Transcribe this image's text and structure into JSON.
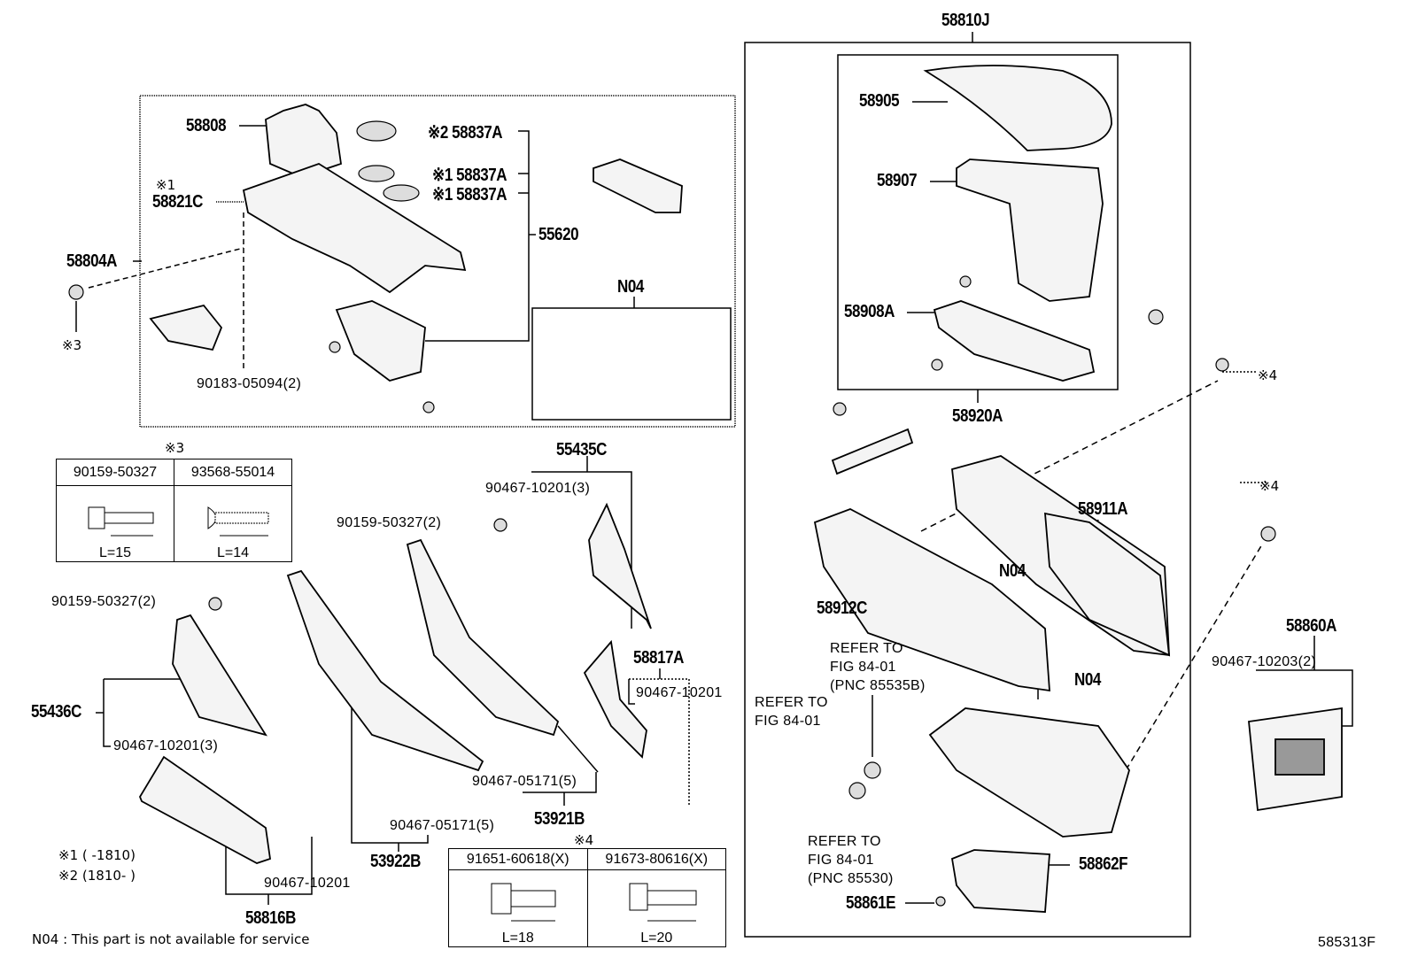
{
  "labels": {
    "p58810J": "58810J",
    "p58905": "58905",
    "p58907": "58907",
    "p58908A": "58908A",
    "p58920A": "58920A",
    "p58837A_2": "※2 58837A",
    "p58837A_1a": "※1 58837A",
    "p58837A_1b": "※1 58837A",
    "p55620": "55620",
    "p58808": "58808",
    "mark1": "※1",
    "p58821C": "58821C",
    "p58804A": "58804A",
    "mark3": "※3",
    "p90183": "90183-05094(2)",
    "n04_box": "N04",
    "p55435C": "55435C",
    "p90467_10201_3a": "90467-10201(3)",
    "p90159_2a": "90159-50327(2)",
    "p90159_2b": "90159-50327(2)",
    "p55436C": "55436C",
    "p90467_10201_3b": "90467-10201(3)",
    "p58817A": "58817A",
    "p90467_10201a": "90467-10201",
    "p90467_05171a": "90467-05171(5)",
    "p53921B": "53921B",
    "p90467_05171b": "90467-05171(5)",
    "p53922B": "53922B",
    "p58816B": "58816B",
    "p90467_10201b": "90467-10201",
    "p58911A": "58911A",
    "n04_a": "N04",
    "n04_b": "N04",
    "p58912C": "58912C",
    "refer1": [
      "REFER TO",
      "FIG 84-01",
      "(PNC 85535B)"
    ],
    "refer2": [
      "REFER TO",
      "FIG 84-01"
    ],
    "refer3": [
      "REFER TO",
      "FIG 84-01",
      "(PNC 85530)"
    ],
    "p58862F": "58862F",
    "p58861E": "58861E",
    "mark4a": "※4",
    "mark4b": "※4",
    "p58860A": "58860A",
    "p90467_10203": "90467-10203(2)",
    "diagram_id": "585313F"
  },
  "table3": {
    "mark": "※3",
    "headers": [
      "90159-50327",
      "93568-55014"
    ],
    "lengths": [
      "L=15",
      "L=14"
    ]
  },
  "table4": {
    "mark": "※4",
    "headers": [
      "91651-60618(X)",
      "91673-80616(X)"
    ],
    "lengths": [
      "L=18",
      "L=20"
    ]
  },
  "footnotes": {
    "note1": "※1 (      -1810)",
    "note2": "※2 (1810-       )",
    "n04": "N04 : This part is not available for service"
  }
}
